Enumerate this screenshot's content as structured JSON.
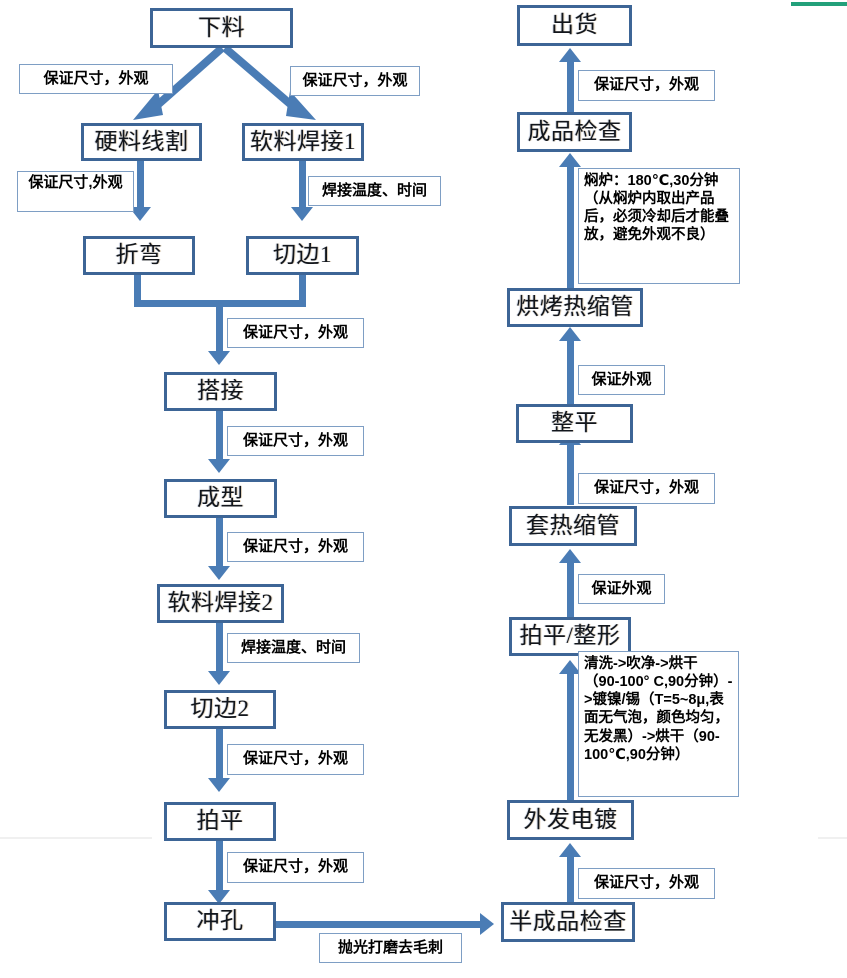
{
  "meta": {
    "title": "生产工艺流程图",
    "accent_box_border": "#3d6596",
    "accent_connector": "#4a7cb5",
    "label_border": "#7e9ec4",
    "green_bar": "#22a07a"
  },
  "nodes": {
    "xialiao": "下料",
    "yingliao_xiange": "硬料线割",
    "ruanliao_hanjie1": "软料焊接1",
    "zhewan": "折弯",
    "qiebian1": "切边1",
    "dajie": "搭接",
    "chengxing": "成型",
    "ruanliao_hanjie2": "软料焊接2",
    "qiebian2": "切边2",
    "paiping": "拍平",
    "chongkong": "冲孔",
    "bancheng_jiancha": "半成品检查",
    "waifa_diandu": "外发电镀",
    "paiping_zhengxing": "拍平/整形",
    "tao_resuoguan": "套热缩管",
    "zhengping": "整平",
    "hongkao_resuoguan": "烘烤热缩管",
    "chengpin_jiancha": "成品检查",
    "chuhuo": "出货"
  },
  "labels": {
    "l_top_left": "保证尺寸，外观",
    "l_top_right": "保证尺寸，外观",
    "l_yingliao_to_zhewan": "保证尺寸,外观",
    "l_hanjie1_to_qiebian1": "焊接温度、时间",
    "l_merge_to_dajie": "保证尺寸，外观",
    "l_dajie_to_chengxing": "保证尺寸，外观",
    "l_chengxing_to_hanjie2": "保证尺寸，外观",
    "l_hanjie2_to_qiebian2": "焊接温度、时间",
    "l_qiebian2_to_paiping": "保证尺寸，外观",
    "l_paiping_to_chongkong": "保证尺寸，外观",
    "l_chongkong_to_bancheng": "抛光打磨去毛刺",
    "l_bancheng_to_diandu": "保证尺寸，外观",
    "l_diandu_note": "清洗->吹净->烘干（90-100° C,90分钟）->镀镍/锡（T=5~8μ,表面无气泡，颜色均匀，无发黑）->烘干（90-100℃,90分钟）",
    "l_paiping_zx_to_tao": "保证外观",
    "l_tao_to_zhengping": "保证尺寸，外观",
    "l_zhengping_to_hongkao": "保证外观",
    "l_hongkao_note": "焖炉：180℃,30分钟（从焖炉内取出产品后，必须冷却后才能叠放，避免外观不良）",
    "l_chengpin_to_chuhuo": "保证尺寸，外观"
  },
  "flow": {
    "left_chain": [
      "下料",
      "硬料线割",
      "软料焊接1",
      "折弯",
      "切边1",
      "搭接",
      "成型",
      "软料焊接2",
      "切边2",
      "拍平",
      "冲孔"
    ],
    "right_chain": [
      "半成品检查",
      "外发电镀",
      "拍平/整形",
      "套热缩管",
      "整平",
      "烘烤热缩管",
      "成品检查",
      "出货"
    ]
  }
}
